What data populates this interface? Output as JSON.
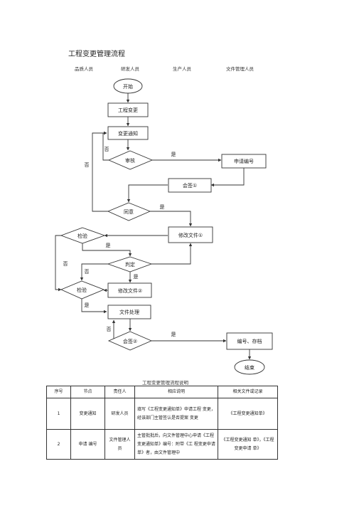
{
  "title": "工程变更管理流程",
  "roles": [
    "品质人员",
    "研发人员",
    "生产人员",
    "文件管理人员"
  ],
  "flow": {
    "start": "开始",
    "engineering_change": "工程变更",
    "change_notice": "变更通知",
    "review": "审核",
    "apply_number": "申请编号",
    "countersign_1": "会签①",
    "agree": "同意",
    "modify_file_1": "修改文件①",
    "inspect_1": "检验",
    "judge": "判定",
    "inspect_2": "检验",
    "modify_file_2": "修改文件②",
    "file_process": "文件处理",
    "countersign_2": "会签②",
    "number_archive": "编号、存档",
    "end": "结束",
    "yes": "是",
    "no": "否"
  },
  "table": {
    "title": "工程变更管理流程说明",
    "headers": [
      "序号",
      "节点",
      "责任人",
      "相应说明",
      "相关文件或记录"
    ],
    "rows": [
      {
        "no": "1",
        "node": "变更通知",
        "owner": "研发人员",
        "desc": "填写《工程变更通知单》申请工程 变更，经该部门主管签认是否提案 变更",
        "docs": "《工程变更通知单》"
      },
      {
        "no": "2",
        "node": "申请 编号",
        "owner": "文件管理人员",
        "desc": "主管批批后，向文件管理中心申请《工程变更通知单》编号：附带《工 程变更申请单》者，由文件管理中",
        "docs": "《工程变更通知 单》，《工程变更申请 单》"
      }
    ]
  }
}
